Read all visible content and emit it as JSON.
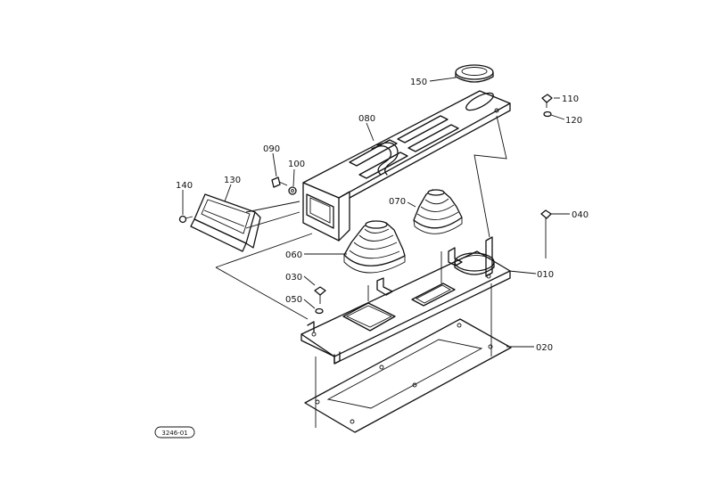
{
  "diagram": {
    "callouts": {
      "c150": "150",
      "c110": "110",
      "c120": "120",
      "c080": "080",
      "c090": "090",
      "c100": "100",
      "c140": "140",
      "c130": "130",
      "c070": "070",
      "c040": "040",
      "c060": "060",
      "c030": "030",
      "c050": "050",
      "c010": "010",
      "c020": "020"
    },
    "ref_code": "3246-01"
  }
}
